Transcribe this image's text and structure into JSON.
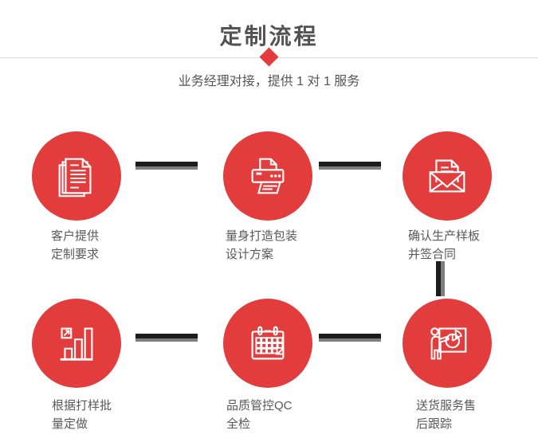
{
  "page": {
    "title": "定制流程",
    "subtitle": "业务经理对接，提供 1 对 1 服务"
  },
  "colors": {
    "accent_red": "#E23C3C",
    "connector_dark": "#1C1C1C",
    "connector_gray": "#7E7E7E",
    "title_gray": "#535353",
    "label_gray": "#595959",
    "divider_gray": "#D9D9D9",
    "icon_stroke": "#FFFFFF"
  },
  "decorations": {
    "diamond_marker": "red-diamond",
    "divider": "horizontal-rule"
  },
  "steps": [
    {
      "icon": "stacked-documents-icon",
      "line1": "客户提供",
      "line2": "定制要求"
    },
    {
      "icon": "printer-icon",
      "line1": "量身打造包装",
      "line2": "设计方案"
    },
    {
      "icon": "envelope-letter-icon",
      "line1": "确认生产样板",
      "line2": "并签合同"
    },
    {
      "icon": "bar-chart-icon",
      "line1": "根据打样批",
      "line2": "量定做"
    },
    {
      "icon": "calendar-icon",
      "line1": "品质管控QC",
      "line2": "全检"
    },
    {
      "icon": "presentation-icon",
      "line1": "送货服务售",
      "line2": "后跟踪"
    }
  ]
}
